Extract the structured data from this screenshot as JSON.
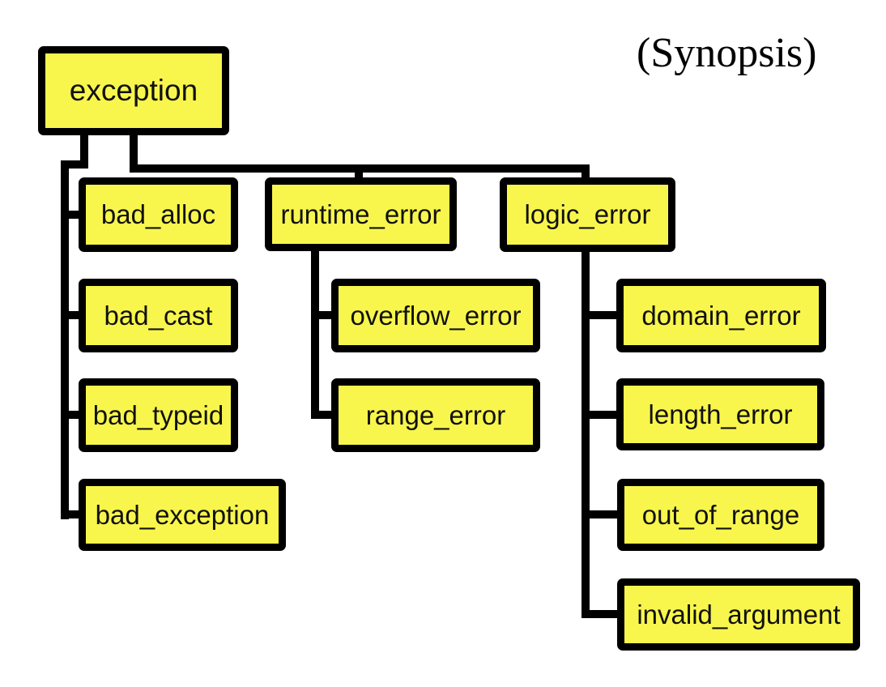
{
  "title": "(Synopsis)",
  "colors": {
    "background": "#ffffff",
    "node_fill": "#f8f64c",
    "node_border": "#000000",
    "connector": "#000000"
  },
  "nodes": {
    "exception": {
      "label": "exception"
    },
    "bad_alloc": {
      "label": "bad_alloc"
    },
    "bad_cast": {
      "label": "bad_cast"
    },
    "bad_typeid": {
      "label": "bad_typeid"
    },
    "bad_exception": {
      "label": "bad_exception"
    },
    "runtime_error": {
      "label": "runtime_error"
    },
    "overflow_error": {
      "label": "overflow_error"
    },
    "range_error": {
      "label": "range_error"
    },
    "logic_error": {
      "label": "logic_error"
    },
    "domain_error": {
      "label": "domain_error"
    },
    "length_error": {
      "label": "length_error"
    },
    "out_of_range": {
      "label": "out_of_range"
    },
    "invalid_argument": {
      "label": "invalid_argument"
    }
  },
  "hierarchy": {
    "exception": [
      "bad_alloc",
      "bad_cast",
      "bad_typeid",
      "bad_exception",
      "runtime_error",
      "logic_error"
    ],
    "runtime_error": [
      "overflow_error",
      "range_error"
    ],
    "logic_error": [
      "domain_error",
      "length_error",
      "out_of_range",
      "invalid_argument"
    ]
  }
}
